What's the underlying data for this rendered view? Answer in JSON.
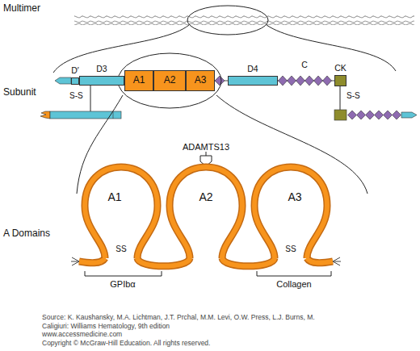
{
  "diagram": {
    "nodes": [
      {
        "text": [
          "D′"
        ]
      },
      {
        "text": [
          "D3"
        ]
      },
      {
        "text": [
          "A1"
        ]
      },
      {
        "text": [
          "A2"
        ]
      },
      {
        "text": [
          "A3"
        ]
      },
      {
        "text": [
          "D4"
        ]
      },
      {
        "text": [
          "CK"
        ]
      },
      {
        "text": [
          "A1",
          "SS"
        ]
      },
      {
        "text": [
          "A2"
        ]
      },
      {
        "text": [
          "A3",
          "SS"
        ]
      }
    ],
    "labels": [
      "Multimer",
      "Subunit",
      "C",
      "S-S",
      "S-S",
      "A Domains",
      "ADAMTS13",
      "GPIbα",
      "Collagen",
      "Source: K. Kaushansky, M.A. Lichtman, J.T. Prchal, M.M. Levi, O.W. Press, L.J. Burns, M. Caligiuri: Williams Hematology, 9th edition",
      "www.accessmedicine.com",
      "Copyright © McGraw-Hill Education. All rights reserved."
    ]
  }
}
